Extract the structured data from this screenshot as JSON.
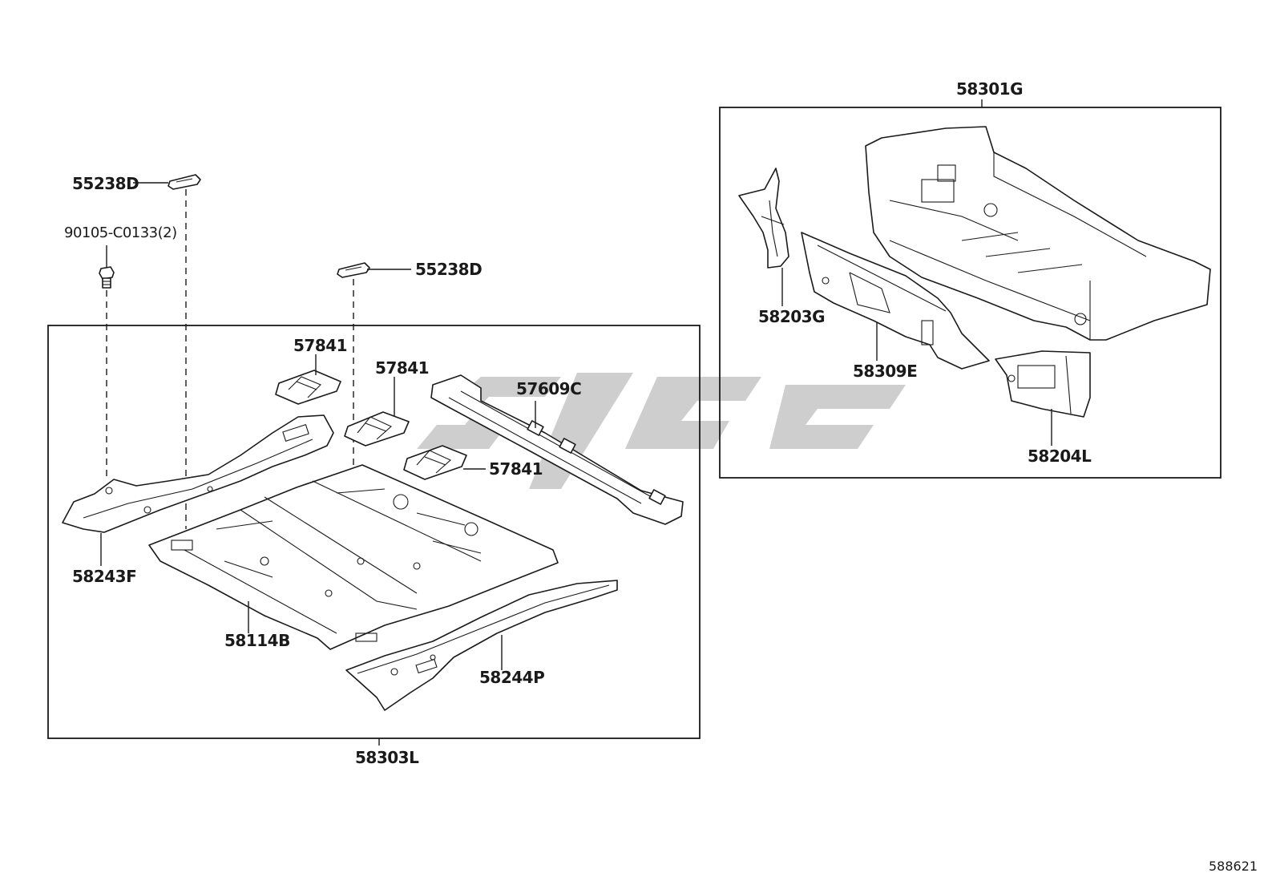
{
  "labels": {
    "p55238d_top": "55238D",
    "p90105": "90105-C0133(2)",
    "p55238d_mid": "55238D",
    "p57841_a": "57841",
    "p57841_b": "57841",
    "p57841_c": "57841",
    "p57609c": "57609C",
    "p58243f": "58243F",
    "p58114b": "58114B",
    "p58244p": "58244P",
    "p58303l": "58303L",
    "p58301g": "58301G",
    "p58203g": "58203G",
    "p58309e": "58309E",
    "p58204l": "58204L"
  },
  "reference_number": "588621",
  "colors": {
    "line": "#1a1a1a",
    "watermark": "#bdbdbd",
    "background": "#ffffff"
  }
}
